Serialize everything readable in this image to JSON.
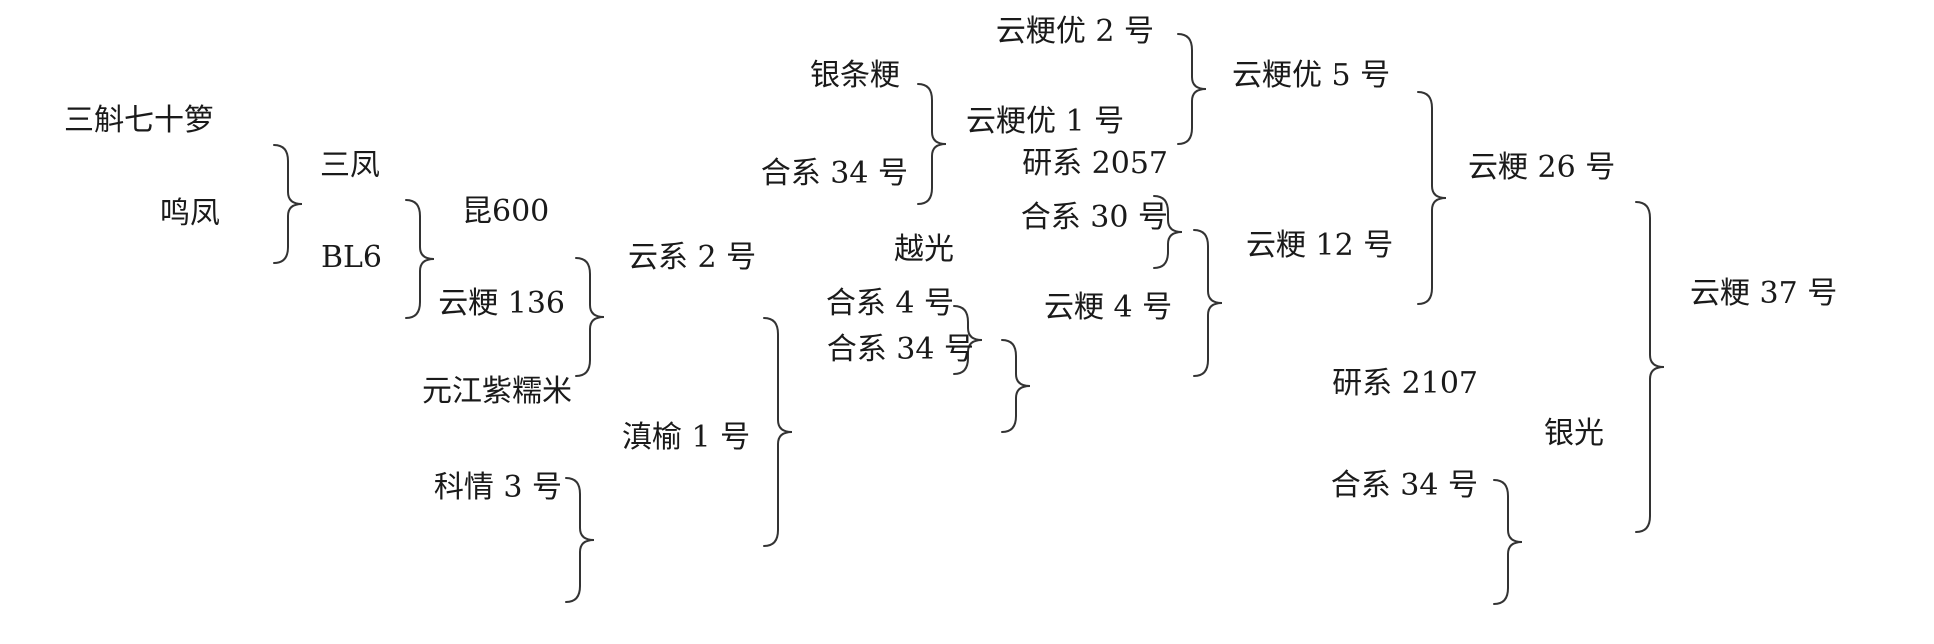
{
  "diagram": {
    "type": "rice-pedigree-tree",
    "nodes": {
      "sanhu": "三斛七十箩",
      "mingfeng": "鸣凤",
      "sanfeng": "三凤",
      "bl6": "BL6",
      "kun600": "昆600",
      "yungeng136": "云粳 136",
      "yunxi2": "云系 2 号",
      "yuanjiang": "元江紫糯米",
      "keqing3": "科情 3 号",
      "dianyu1": "滇榆 1 号",
      "yintiaogeng": "银条粳",
      "hexi34_a": "合系 34 号",
      "yungengyou1": "云粳优 1 号",
      "yungengyou2": "云粳优 2 号",
      "yungengyou5": "云粳优 5 号",
      "yanxi2057": "研系 2057",
      "hexi30": "合系 30 号",
      "yungeng12": "云粳 12 号",
      "yueguang": "越光",
      "hexi4": "合系 4 号",
      "hexi34_b": "合系 34 号",
      "yungeng4": "云粳 4 号",
      "yungeng26": "云粳 26 号",
      "yanxi2107": "研系 2107",
      "hexi34_c": "合系 34 号",
      "yinguang": "银光",
      "yungeng37": "云粳 37 号"
    }
  }
}
